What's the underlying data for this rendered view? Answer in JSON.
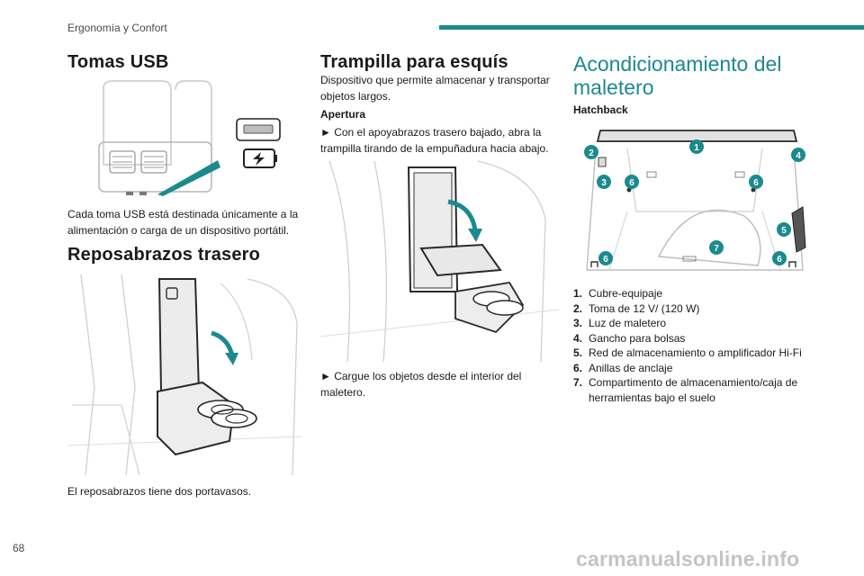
{
  "header": {
    "section": "Ergonomía y Confort"
  },
  "page_number": "68",
  "watermark": "carmanualsonline.info",
  "colors": {
    "accent": "#1b8a8f",
    "text": "#1a1a1a",
    "muted": "#4a4a4a"
  },
  "col1": {
    "usb_title": "Tomas USB",
    "usb_text": "Cada toma USB está destinada únicamente a la alimentación o carga de un dispositivo portátil.",
    "armrest_title": "Reposabrazos trasero",
    "armrest_text": "El reposabrazos tiene dos portavasos."
  },
  "col2": {
    "ski_title": "Trampilla para esquís",
    "ski_intro": "Dispositivo que permite almacenar y transportar objetos largos.",
    "opening_title": "Apertura",
    "opening_step": "► Con el apoyabrazos trasero bajado, abra la trampilla tirando de la empuñadura hacia abajo.",
    "load_step": "► Cargue los objetos desde el interior del maletero."
  },
  "col3": {
    "title": "Acondicionamiento del maletero",
    "hatchback": "Hatchback",
    "items": [
      {
        "num": "1.",
        "text": "Cubre-equipaje"
      },
      {
        "num": "2.",
        "text": "Toma de 12 V/ (120 W)"
      },
      {
        "num": "3.",
        "text": "Luz de maletero"
      },
      {
        "num": "4.",
        "text": "Gancho para bolsas"
      },
      {
        "num": "5.",
        "text": "Red de almacenamiento o amplificador Hi-Fi"
      },
      {
        "num": "6.",
        "text": "Anillas de anclaje"
      },
      {
        "num": "7.",
        "text": "Compartimento de almacenamiento/caja de herramientas bajo el suelo"
      }
    ],
    "callouts": [
      "1",
      "2",
      "3",
      "4",
      "5",
      "6",
      "6",
      "7",
      "6",
      "6"
    ]
  }
}
